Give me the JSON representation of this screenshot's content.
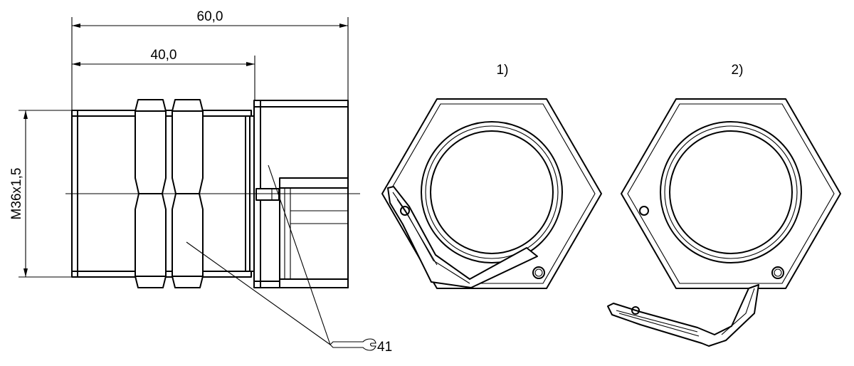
{
  "dimensions": {
    "overall_length": "60,0",
    "thread_length": "40,0",
    "thread_size": "M36x1,5"
  },
  "callouts": {
    "view_1": "1)",
    "view_2": "2)",
    "wrench_size": "41"
  },
  "icons": {
    "wrench": "wrench-icon"
  }
}
